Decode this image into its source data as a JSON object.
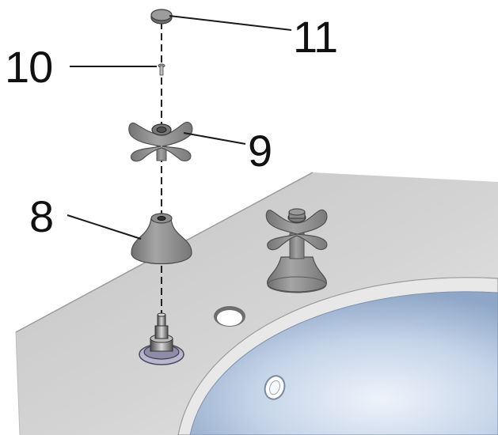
{
  "callouts": {
    "part_11": "11",
    "part_10": "10",
    "part_9": "9",
    "part_8": "8"
  },
  "colors": {
    "part_gray": "#8f8f8f",
    "part_dark": "#6c6c6c",
    "counter_top": "#c9c9c9",
    "basin_blue": "#a8bcd8",
    "label_ink": "#111111",
    "leader_line": "#1a1a1a"
  },
  "icons": {
    "parts": [
      "cap-disc",
      "screw",
      "cross-handle",
      "bell-escutcheon",
      "valve-stem-spindle",
      "assembled-tap",
      "tap-hole",
      "overflow-hole"
    ]
  }
}
